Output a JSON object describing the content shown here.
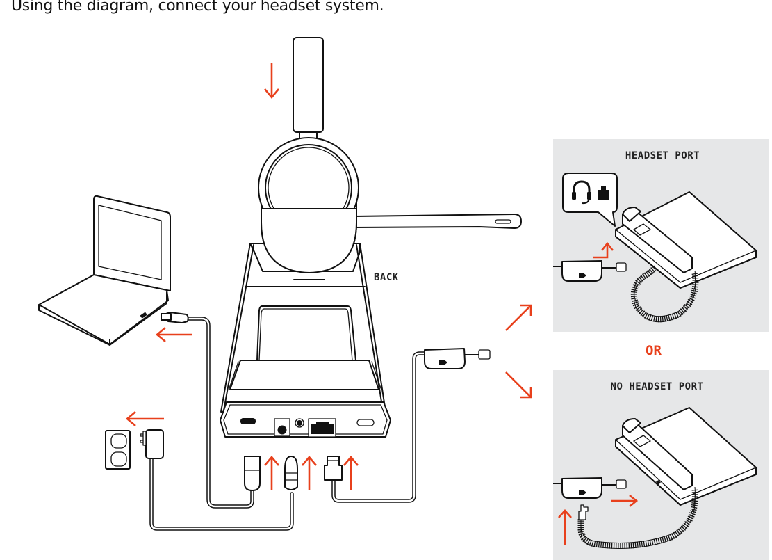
{
  "instruction": "Using the diagram, connect your headset system.",
  "labels": {
    "back": "BACK",
    "or": "OR"
  },
  "panels": [
    {
      "id": "headset-port",
      "title": "HEADSET PORT",
      "callout_icons": [
        "headset-icon",
        "phone-jack-icon"
      ]
    },
    {
      "id": "no-headset-port",
      "title": "NO HEADSET PORT"
    }
  ],
  "components": [
    "headset",
    "charging-base",
    "laptop",
    "usb-cable",
    "wall-outlet",
    "power-adapter",
    "telephone-interface-cable",
    "desk-phone",
    "handset-coil-cord"
  ],
  "base_ports": [
    "usb-port",
    "power-port",
    "audio-jack",
    "telephone-port",
    "security-slot"
  ],
  "colors": {
    "arrow": "#e8401c",
    "panel_bg": "#e6e7e8",
    "line": "#111111"
  }
}
